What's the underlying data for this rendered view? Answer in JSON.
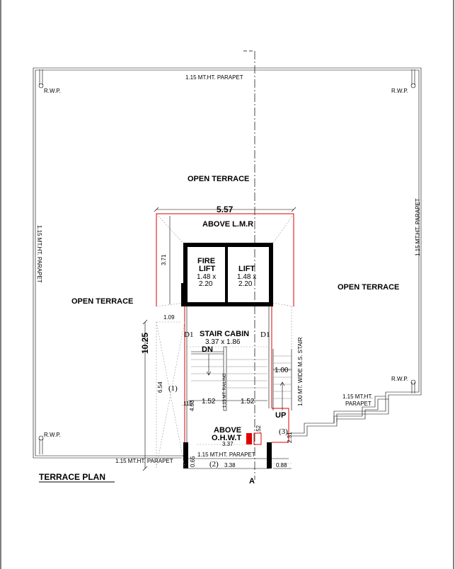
{
  "parapet_top": "1.15 MT.HT. PARAPET",
  "parapet_left": "1.15 MT.HT. PARAPET",
  "parapet_right": "1.15 MT.HT. PARAPET",
  "parapet_bottom_left": "1.15 MT.HT. PARAPET",
  "parapet_bottom_mid": "1.15 MT.HT. PARAPET",
  "parapet_small_1": "1.15 MT.HT.",
  "parapet_small_2": "PARAPET",
  "rwp": "R.W.P.",
  "open_terrace": "OPEN TERRACE",
  "above_lmr": "ABOVE L.M.R",
  "fire_lift_line1": "FIRE",
  "fire_lift_line2": "LIFT",
  "fire_lift_dim1": "1.48 x",
  "fire_lift_dim2": "2.20",
  "lift_line1": "LIFT",
  "lift_dim1": "1.48 x",
  "lift_dim2": "2.20",
  "stair_cabin": "STAIR CABIN",
  "stair_cabin_dim": "3.37 x 1.86",
  "dn": "DN",
  "up": "UP",
  "railing": "1.15 MT. RAILING",
  "ms_stair": "1.00 MT. WIDE M.S. STAIR",
  "above_ohwt_1": "ABOVE",
  "above_ohwt_2": "O.H.W.T",
  "door": "D1",
  "dims": {
    "width_top": "5.57",
    "height_total": "10.25",
    "lmr_height": "3.71",
    "d_109": "1.09",
    "d_654": "6.54",
    "d_403": "4.03",
    "d_110": ".110",
    "d_152a": "1.52",
    "d_152b": "1.52",
    "d_152c": ".52",
    "d_100": "1.00",
    "d_337": "3.37",
    "d_338": "3.38",
    "d_065": "0.65",
    "d_088": "0.88",
    "d_231": "2.31",
    "mark_1": "(1)",
    "mark_2": "(2)",
    "mark_3": "(3)"
  },
  "section_mark": "A",
  "title": "TERRACE PLAN"
}
